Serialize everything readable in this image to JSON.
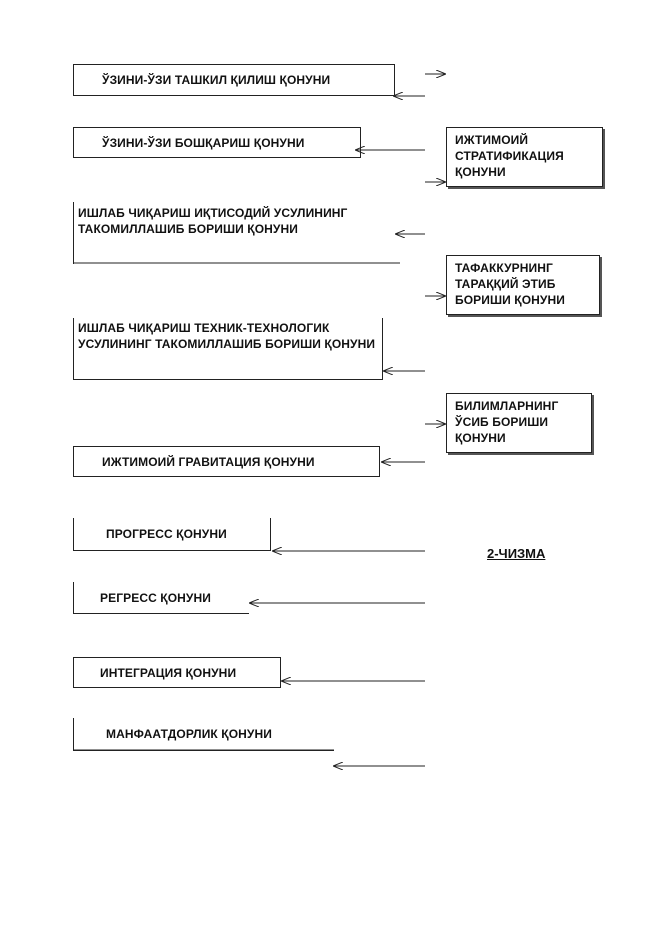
{
  "laws_left": [
    {
      "label": "ЎЗИНИ-ЎЗИ ТАШКИЛ ҚИЛИШ ҚОНУНИ"
    },
    {
      "label": "ЎЗИНИ-ЎЗИ БОШҚАРИШ ҚОНУНИ"
    },
    {
      "label": "ИШЛАБ ЧИҚАРИШ ИҚТИСОДИЙ УСУЛИНИНГ ТАКОМИЛЛАШИБ БОРИШИ ҚОНУНИ"
    },
    {
      "label": "ИШЛАБ ЧИҚАРИШ ТЕХНИК-ТЕХНОЛОГИК УСУЛИНИНГ ТАКОМИЛЛАШИБ БОРИШИ ҚОНУНИ"
    },
    {
      "label": "ИЖТИМОИЙ ГРАВИТАЦИЯ ҚОНУНИ"
    },
    {
      "label": "ПРОГРЕСС ҚОНУНИ"
    },
    {
      "label": "РЕГРЕСС ҚОНУНИ"
    },
    {
      "label": "ИНТЕГРАЦИЯ ҚОНУНИ"
    },
    {
      "label": "МАНФААТДОРЛИК ҚОНУНИ"
    }
  ],
  "laws_right": [
    {
      "label": "ИЖТИМОИЙ СТРАТИФИКАЦИЯ ҚОНУНИ"
    },
    {
      "label": "ТАФАККУРНИНГ ТАРАҚҚИЙ ЭТИБ БОРИШИ ҚОНУНИ"
    },
    {
      "label": "БИЛИМЛАРНИНГ ЎСИБ БОРИШИ ҚОНУНИ"
    }
  ],
  "caption": "2-ЧИЗМА"
}
